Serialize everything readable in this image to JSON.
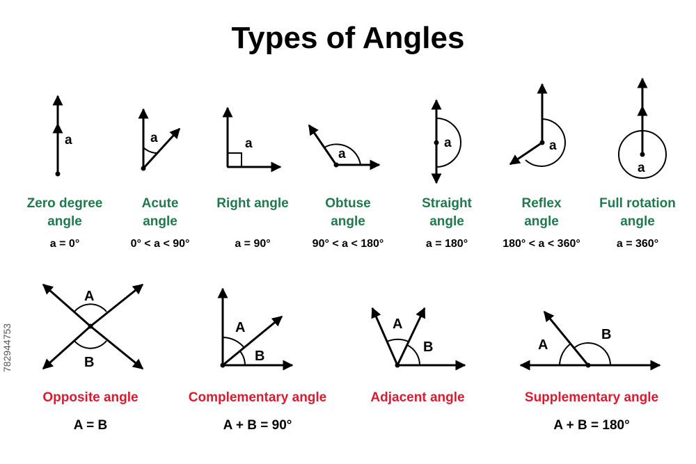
{
  "title": "Types  of  Angles",
  "side_id": "782944753",
  "basic_angles": [
    {
      "name_line1": "Zero degree",
      "name_line2": "angle",
      "formula": "a = 0°",
      "marker": "a"
    },
    {
      "name_line1": "Acute",
      "name_line2": "angle",
      "formula": "0° < a < 90°",
      "marker": "a"
    },
    {
      "name_line1": "Right angle",
      "name_line2": "",
      "formula": "a = 90°",
      "marker": "a"
    },
    {
      "name_line1": "Obtuse",
      "name_line2": "angle",
      "formula": "90° < a < 180°",
      "marker": "a"
    },
    {
      "name_line1": "Straight",
      "name_line2": "angle",
      "formula": "a = 180°",
      "marker": "a"
    },
    {
      "name_line1": "Reflex",
      "name_line2": "angle",
      "formula": "180° < a < 360°",
      "marker": "a"
    },
    {
      "name_line1": "Full rotation",
      "name_line2": "angle",
      "formula": "a = 360°",
      "marker": "a"
    }
  ],
  "pair_angles": [
    {
      "name": "Opposite angle",
      "formula": "A = B",
      "marker_a": "A",
      "marker_b": "B"
    },
    {
      "name": "Complementary angle",
      "formula": "A + B = 90°",
      "marker_a": "A",
      "marker_b": "B"
    },
    {
      "name": "Adjacent angle",
      "formula": "",
      "marker_a": "A",
      "marker_b": "B"
    },
    {
      "name": "Supplementary angle",
      "formula": "A + B = 180°",
      "marker_a": "A",
      "marker_b": "B"
    }
  ],
  "colors": {
    "basic_label": "#1f7a4d",
    "pair_label": "#e0182d",
    "ink": "#000000"
  }
}
